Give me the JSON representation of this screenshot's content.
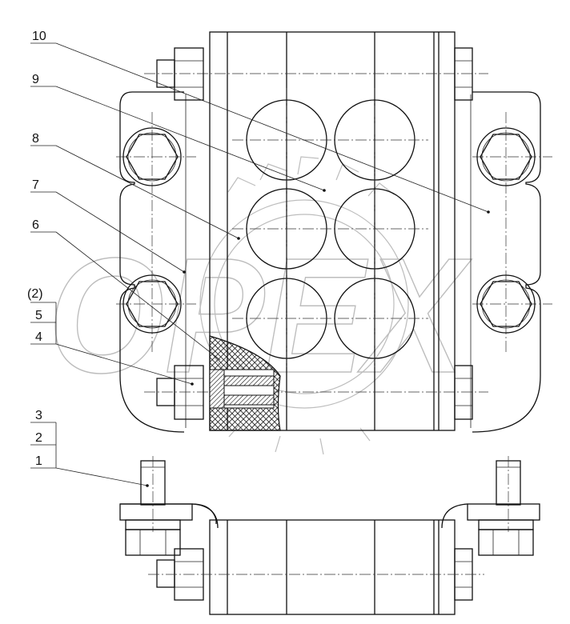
{
  "watermark": {
    "text": "OPEX",
    "color": "#bdbdbd"
  },
  "callouts": [
    {
      "id": "10",
      "text": "10"
    },
    {
      "id": "9",
      "text": "9"
    },
    {
      "id": "8",
      "text": "8"
    },
    {
      "id": "7",
      "text": "7"
    },
    {
      "id": "6",
      "text": "6"
    },
    {
      "id": "2b",
      "text": "(2)"
    },
    {
      "id": "5",
      "text": "5"
    },
    {
      "id": "4",
      "text": "4"
    },
    {
      "id": "3",
      "text": "3"
    },
    {
      "id": "2",
      "text": "2"
    },
    {
      "id": "1",
      "text": "1"
    }
  ],
  "colors": {
    "line": "#111111",
    "hatch": "#111111",
    "background": "#ffffff"
  }
}
